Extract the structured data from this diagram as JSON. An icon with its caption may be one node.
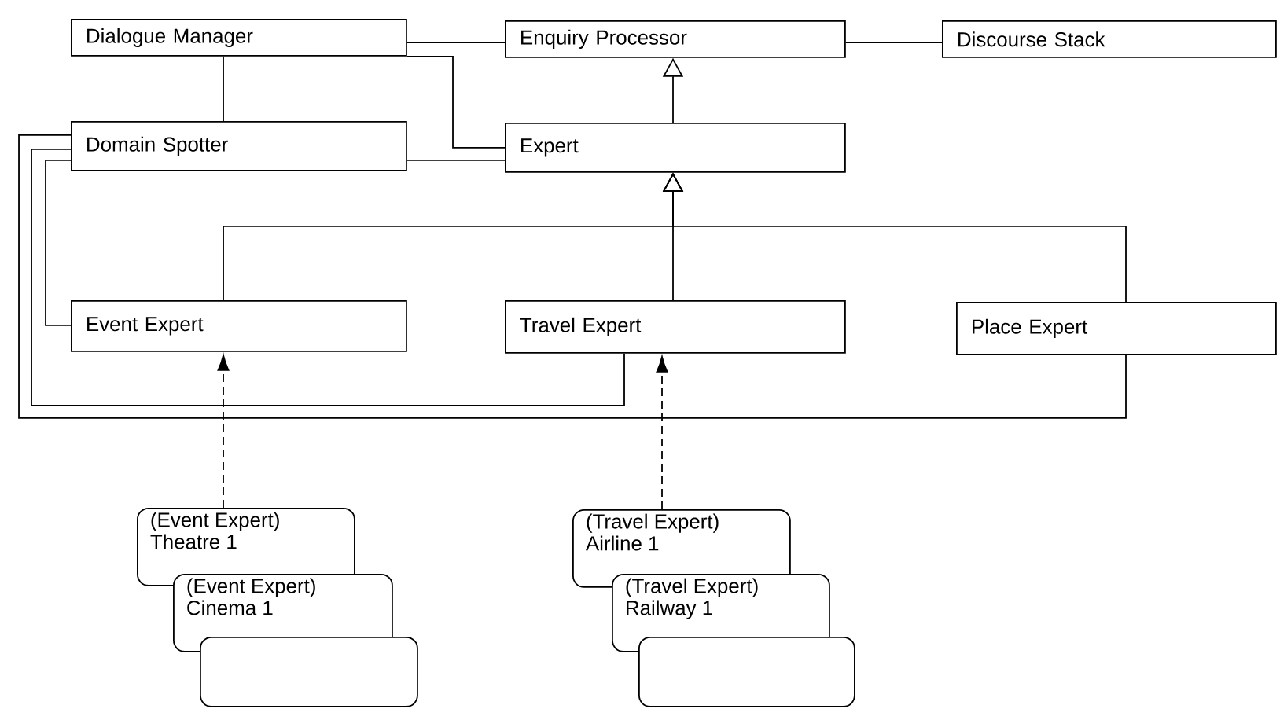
{
  "diagram": {
    "nodes": [
      {
        "text": [
          "Dialogue Manager"
        ]
      },
      {
        "text": [
          "Enquiry Processor"
        ]
      },
      {
        "text": [
          "Discourse Stack"
        ]
      },
      {
        "text": [
          "Domain Spotter"
        ]
      },
      {
        "text": [
          "Expert"
        ]
      },
      {
        "text": [
          "Event Expert"
        ]
      },
      {
        "text": [
          "Travel Expert"
        ]
      },
      {
        "text": [
          "Place Expert"
        ]
      },
      {
        "text": [
          "(Event Expert)",
          "Theatre 1"
        ]
      },
      {
        "text": [
          "(Event Expert)",
          "Cinema 1"
        ]
      },
      {
        "text": [],
        "shape": "box"
      },
      {
        "text": [
          "(Travel Expert)",
          "Airline 1"
        ]
      },
      {
        "text": [
          "(Travel Expert)",
          "Railway 1"
        ]
      },
      {
        "text": [],
        "shape": "box"
      }
    ],
    "edges": [
      {
        "from": 0,
        "to": 1,
        "arrow": "none"
      },
      {
        "from": 1,
        "to": 2,
        "arrow": "none"
      },
      {
        "from": 0,
        "to": 3,
        "arrow": "none"
      },
      {
        "from": 0,
        "to": 4,
        "arrow": "none"
      },
      {
        "from": 3,
        "to": 4,
        "arrow": "none"
      },
      {
        "from": 4,
        "to": 1,
        "arrow": "to"
      },
      {
        "from": 5,
        "to": 4,
        "arrow": "to"
      },
      {
        "from": 6,
        "to": 4,
        "arrow": "to"
      },
      {
        "from": 7,
        "to": 4,
        "arrow": "to"
      },
      {
        "from": 3,
        "to": 5,
        "arrow": "none"
      },
      {
        "from": 3,
        "to": 6,
        "arrow": "none"
      },
      {
        "from": 3,
        "to": 7,
        "arrow": "none"
      },
      {
        "from": 8,
        "to": 5,
        "arrow": "to",
        "style": "dashed"
      },
      {
        "from": 11,
        "to": 6,
        "arrow": "to",
        "style": "dashed"
      }
    ]
  }
}
